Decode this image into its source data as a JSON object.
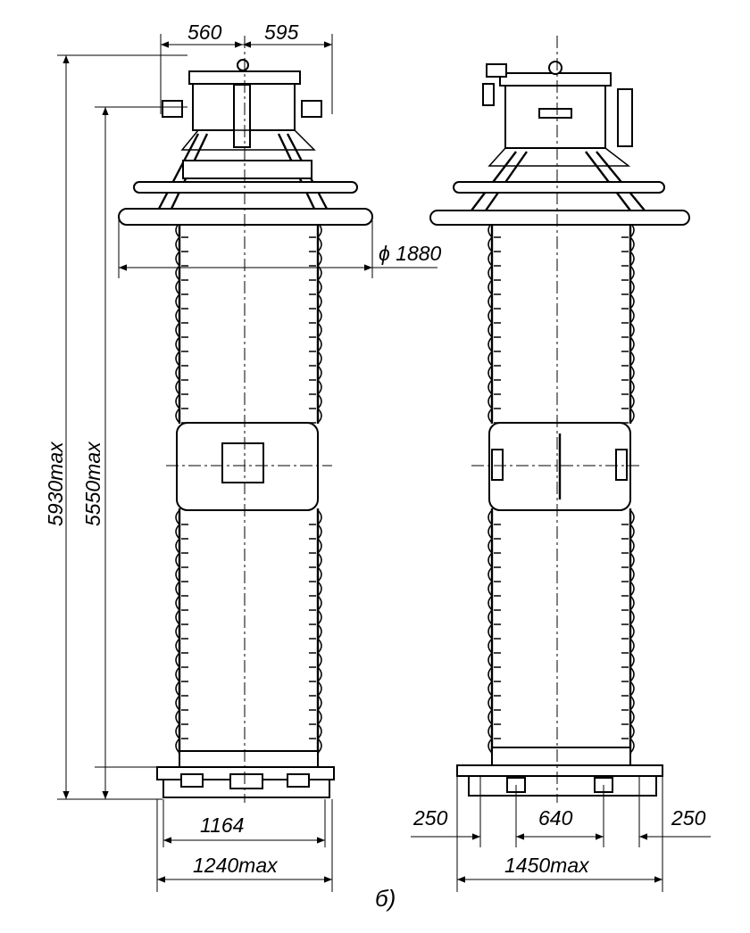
{
  "dimensions": {
    "top_left": "560",
    "top_right": "595",
    "total_height": "5930max",
    "insulator_height": "5550max",
    "ring_diameter": "ϕ 1880",
    "base_inner_left": "1164",
    "base_outer_left": "1240max",
    "base_offset_left": "250",
    "base_center": "640",
    "base_offset_right": "250",
    "base_outer_right": "1450max"
  },
  "caption": "б)",
  "colors": {
    "line": "#000000",
    "paper": "#ffffff"
  }
}
